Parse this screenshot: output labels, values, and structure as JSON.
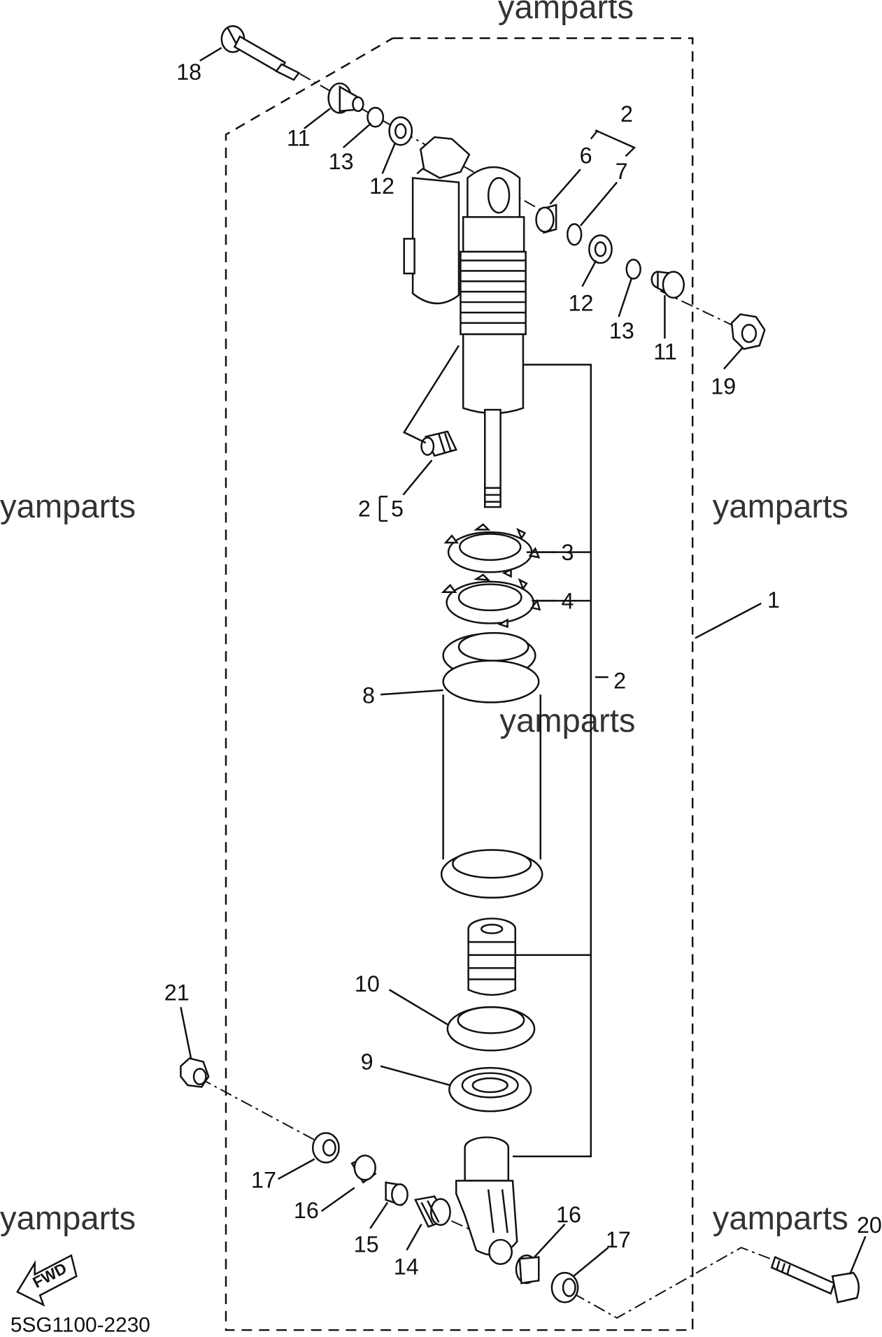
{
  "watermarks": [
    "yamparts",
    "yamparts",
    "yamparts",
    "yamparts",
    "yamparts",
    "yamparts"
  ],
  "callouts": {
    "c1": "1",
    "c2a": "2",
    "c2b": "2",
    "c2c": "2",
    "c3": "3",
    "c4": "4",
    "c5": "5",
    "c6": "6",
    "c7": "7",
    "c8": "8",
    "c9": "9",
    "c10": "10",
    "c11a": "11",
    "c11b": "11",
    "c12a": "12",
    "c12b": "12",
    "c13a": "13",
    "c13b": "13",
    "c14": "14",
    "c15": "15",
    "c16a": "16",
    "c16b": "16",
    "c17a": "17",
    "c17b": "17",
    "c18": "18",
    "c19": "19",
    "c20": "20",
    "c21": "21"
  },
  "fwd_label": "FWD",
  "diagram_code": "5SG1100-2230"
}
